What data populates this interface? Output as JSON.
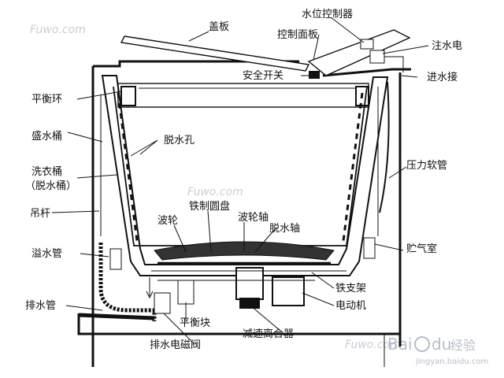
{
  "watermarks": {
    "top_left": "Fuwo.com",
    "middle": "Fuwo.com",
    "bottom": "Fuwo.com",
    "baidu": "Bai",
    "baidu_paw": "du",
    "baidu_cn": "经验",
    "baidu_url": "jingyan.baidu.com"
  },
  "labels": {
    "gai_ban": "盖板",
    "shui_wei_kong_zhi_qi": "水位控制器",
    "kong_zhi_mian_ban": "控制面板",
    "zhu_shui_dian": "注水电",
    "an_quan_kai_guan": "安全开关",
    "jin_shui_jie": "进水接",
    "ping_heng_huan": "平衡环",
    "tuo_shui_kong": "脱水孔",
    "sheng_shui_tong": "盛水桶",
    "xi_yi_tong": "洗衣桶",
    "tuo_shui_tong": "（脱水桶）",
    "ya_li_ruan_guan": "压力软管",
    "diao_gan": "吊杆",
    "tie_zhi_yuan_pan": "铁制圆盘",
    "bo_lun": "波轮",
    "bo_lun_zhou": "波轮轴",
    "tuo_shui_zhou": "脱水轴",
    "yi_shui_guan": "溢水管",
    "zhu_qi_shi": "贮气室",
    "tie_zhi_jia": "铁支架",
    "pai_shui_guan": "排水管",
    "dian_dong_ji": "电动机",
    "ping_heng_kuai": "平衡块",
    "jian_su_li_he_qi": "减速离合器",
    "pai_shui_dian_ci_fa": "排水电磁阀"
  }
}
